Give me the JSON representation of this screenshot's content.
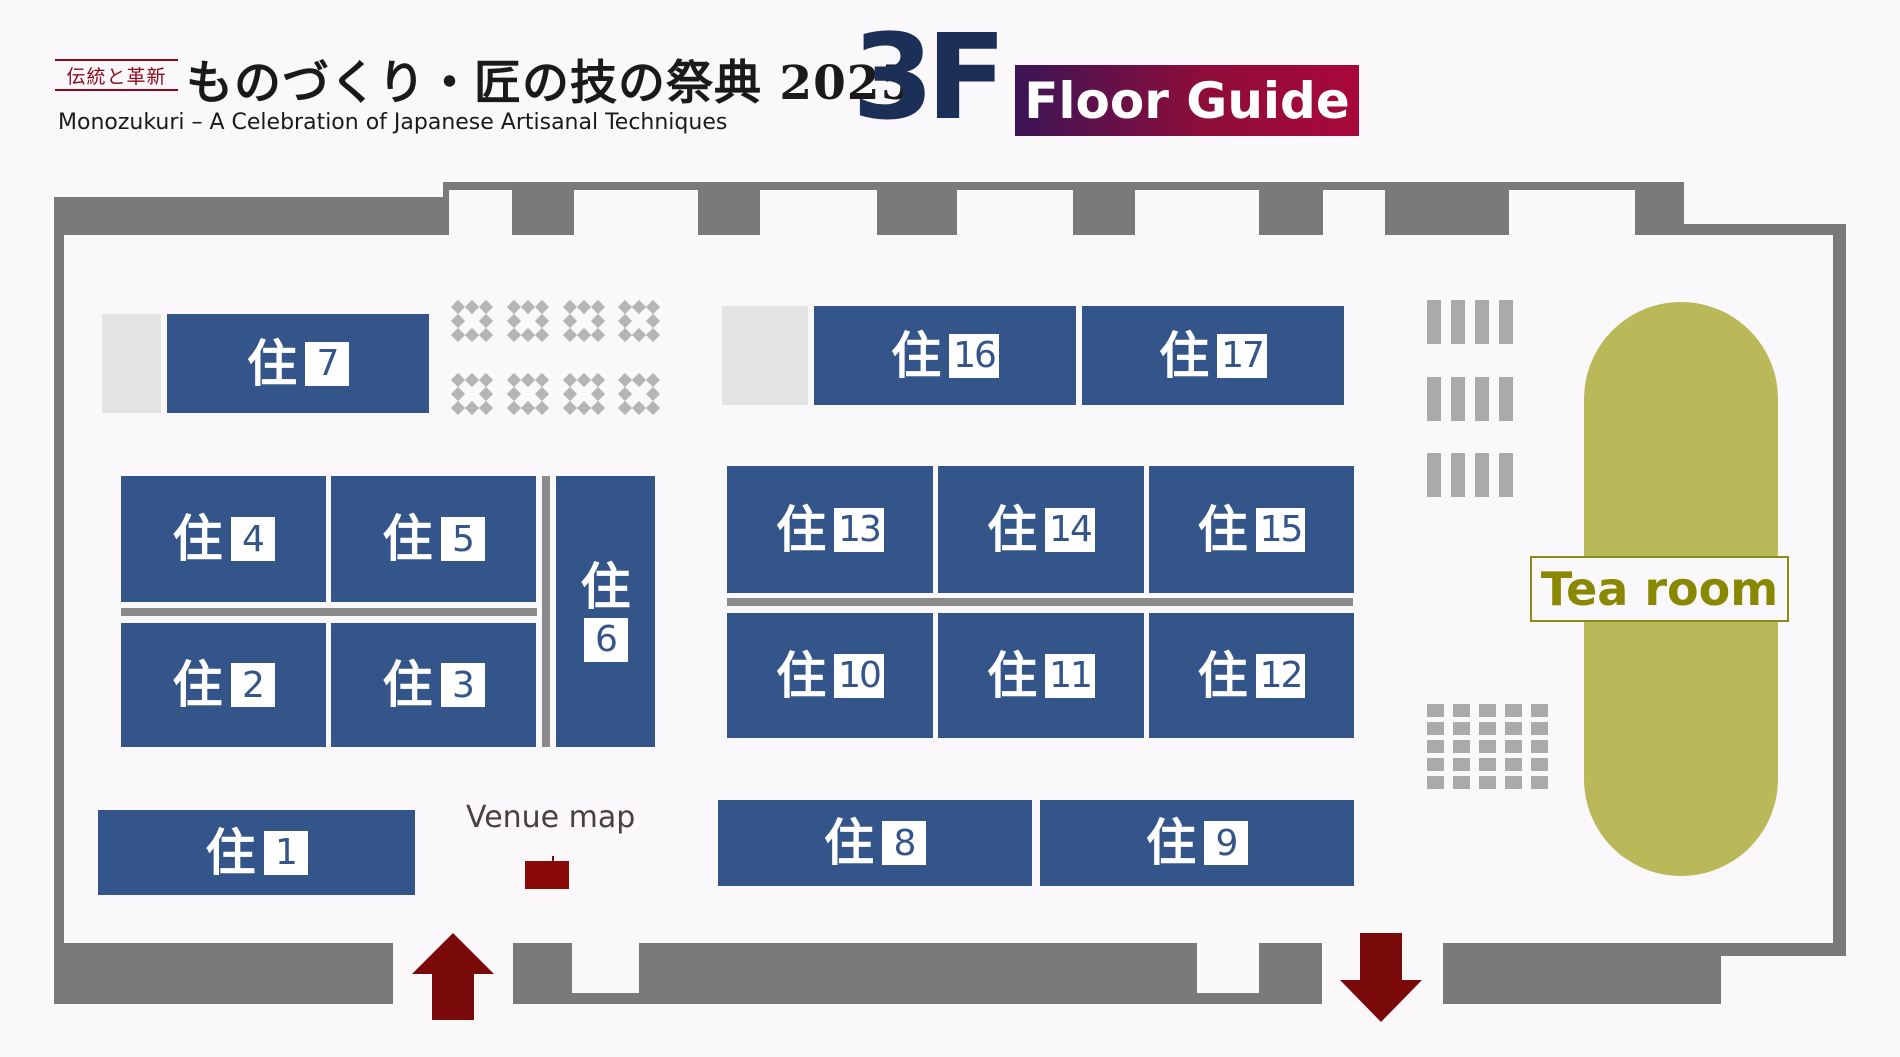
{
  "header": {
    "tag": "伝統と革新",
    "title": "ものづくり・匠の技の祭典 2025",
    "subtitle": "Monozukuri – A Celebration of Japanese Artisanal Techniques",
    "floor": "3F",
    "floor_guide": "Floor Guide"
  },
  "booth_prefix": "住",
  "booths": [
    {
      "id": "1",
      "label": "1"
    },
    {
      "id": "2",
      "label": "2"
    },
    {
      "id": "3",
      "label": "3"
    },
    {
      "id": "4",
      "label": "4"
    },
    {
      "id": "5",
      "label": "5"
    },
    {
      "id": "6",
      "label": "6"
    },
    {
      "id": "7",
      "label": "7"
    },
    {
      "id": "8",
      "label": "8"
    },
    {
      "id": "9",
      "label": "9"
    },
    {
      "id": "10",
      "label": "10"
    },
    {
      "id": "11",
      "label": "11"
    },
    {
      "id": "12",
      "label": "12"
    },
    {
      "id": "13",
      "label": "13"
    },
    {
      "id": "14",
      "label": "14"
    },
    {
      "id": "15",
      "label": "15"
    },
    {
      "id": "16",
      "label": "16"
    },
    {
      "id": "17",
      "label": "17"
    }
  ],
  "venue_map_label": "Venue map",
  "tea_room_label": "Tea room",
  "colors": {
    "booth": "#34558a",
    "wall": "#7a7a7a",
    "tea_room": "#b9b95a",
    "arrow": "#7a0a0a",
    "floor_title": "#1b2f57"
  }
}
